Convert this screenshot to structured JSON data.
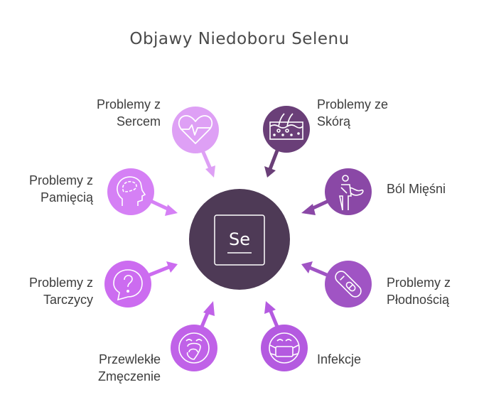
{
  "title": "Objawy Niedoboru Selenu",
  "center": {
    "symbol": "Se",
    "color": "#4e3a56",
    "label": "selenium-element"
  },
  "nodes": [
    {
      "id": "heart",
      "line1": "Problemy z",
      "line2": "Sercem",
      "color": "#dea0f5",
      "icon": "heart-pulse-icon"
    },
    {
      "id": "skin",
      "line1": "Problemy ze",
      "line2": "Skórą",
      "color": "#6a3f78",
      "icon": "skin-layers-icon"
    },
    {
      "id": "memory",
      "line1": "Problemy z",
      "line2": "Pamięcią",
      "color": "#d580f5",
      "icon": "head-brain-icon"
    },
    {
      "id": "muscle",
      "line1": "Ból Mięśni",
      "line2": "",
      "color": "#8a48a6",
      "icon": "person-arm-pain-icon"
    },
    {
      "id": "thyroid",
      "line1": "Problemy z",
      "line2": "Tarczycy",
      "color": "#cc6cf0",
      "icon": "question-bubble-icon"
    },
    {
      "id": "fertility",
      "line1": "Problemy z",
      "line2": "Płodnością",
      "color": "#a054c4",
      "icon": "pregnancy-test-icon"
    },
    {
      "id": "fatigue",
      "line1": "Przewlekłe",
      "line2": "Zmęczenie",
      "color": "#c062e8",
      "icon": "yawning-face-icon"
    },
    {
      "id": "infection",
      "line1": "Infekcje",
      "line2": "",
      "color": "#b45ae0",
      "icon": "face-mask-icon"
    }
  ]
}
